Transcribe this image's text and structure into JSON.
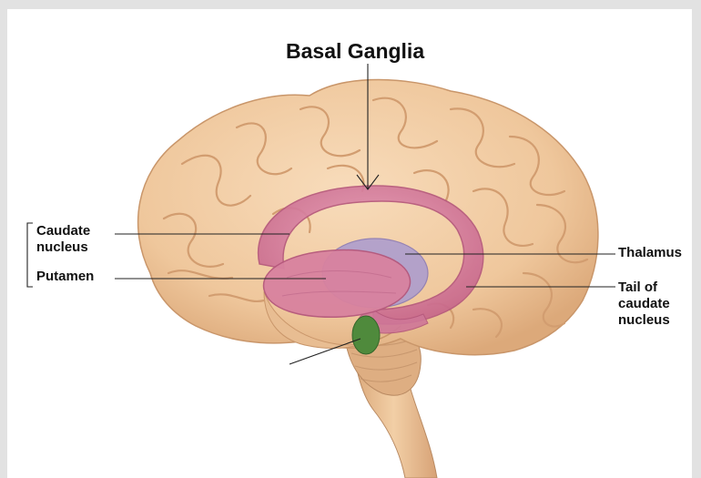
{
  "diagram": {
    "title": "Basal Ganglia",
    "labels": {
      "caudate_line1": "Caudate",
      "caudate_line2": "nucleus",
      "putamen": "Putamen",
      "thalamus": "Thalamus",
      "tail_line1": "Tail of",
      "tail_line2": "caudate",
      "tail_line3": "nucleus"
    },
    "colors": {
      "background": "#e2e2e2",
      "brain": "#f1cfa6",
      "brain_shadow": "#d9aa7c",
      "basal_ganglia": "#d77f9e",
      "thalamus": "#a99ad0",
      "amygdala": "#4f8a3c",
      "brainstem": "#e2b58a"
    }
  }
}
